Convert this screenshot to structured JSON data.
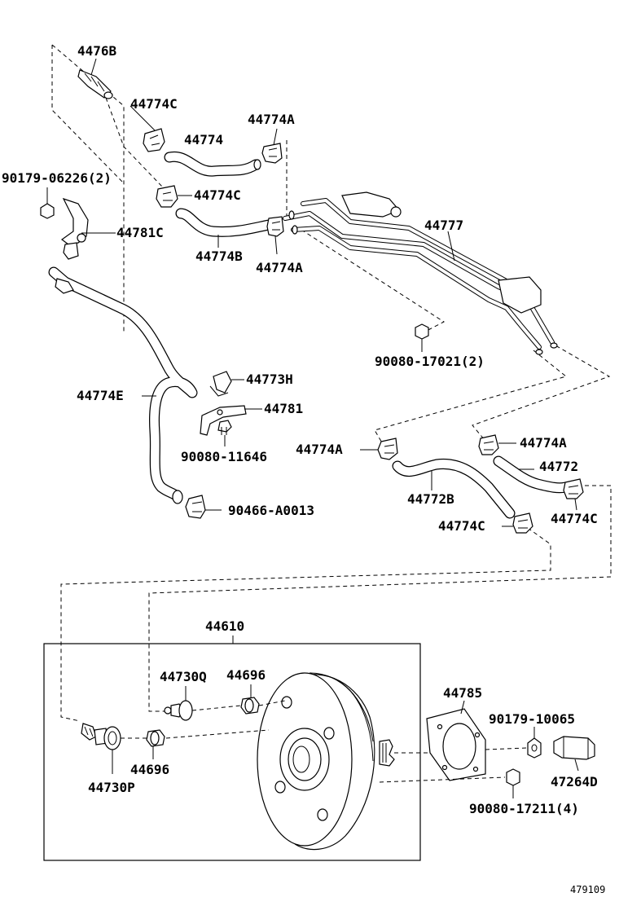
{
  "parts": {
    "p4476B": "4476B",
    "p44774C_top": "44774C",
    "p44774": "44774",
    "p44774A_top": "44774A",
    "p90179_06226": "90179-06226(2)",
    "p44774C_mid": "44774C",
    "p44781C": "44781C",
    "p44777": "44777",
    "p44774B": "44774B",
    "p44774A_mid": "44774A",
    "p90080_17021": "90080-17021(2)",
    "p44773H": "44773H",
    "p44774E": "44774E",
    "p44781": "44781",
    "p90080_11646": "90080-11646",
    "p44774A_left": "44774A",
    "p44774A_right": "44774A",
    "p44772": "44772",
    "p44772B": "44772B",
    "p90466_A0013": "90466-A0013",
    "p44774C_low": "44774C",
    "p44774C_right": "44774C",
    "p44610": "44610",
    "p44730Q": "44730Q",
    "p44696_top": "44696",
    "p44785": "44785",
    "p90179_10065": "90179-10065",
    "p44696_bot": "44696",
    "p44730P": "44730P",
    "p47264D": "47264D",
    "p90080_17211": "90080-17211(4)"
  },
  "figure_id": "479109"
}
